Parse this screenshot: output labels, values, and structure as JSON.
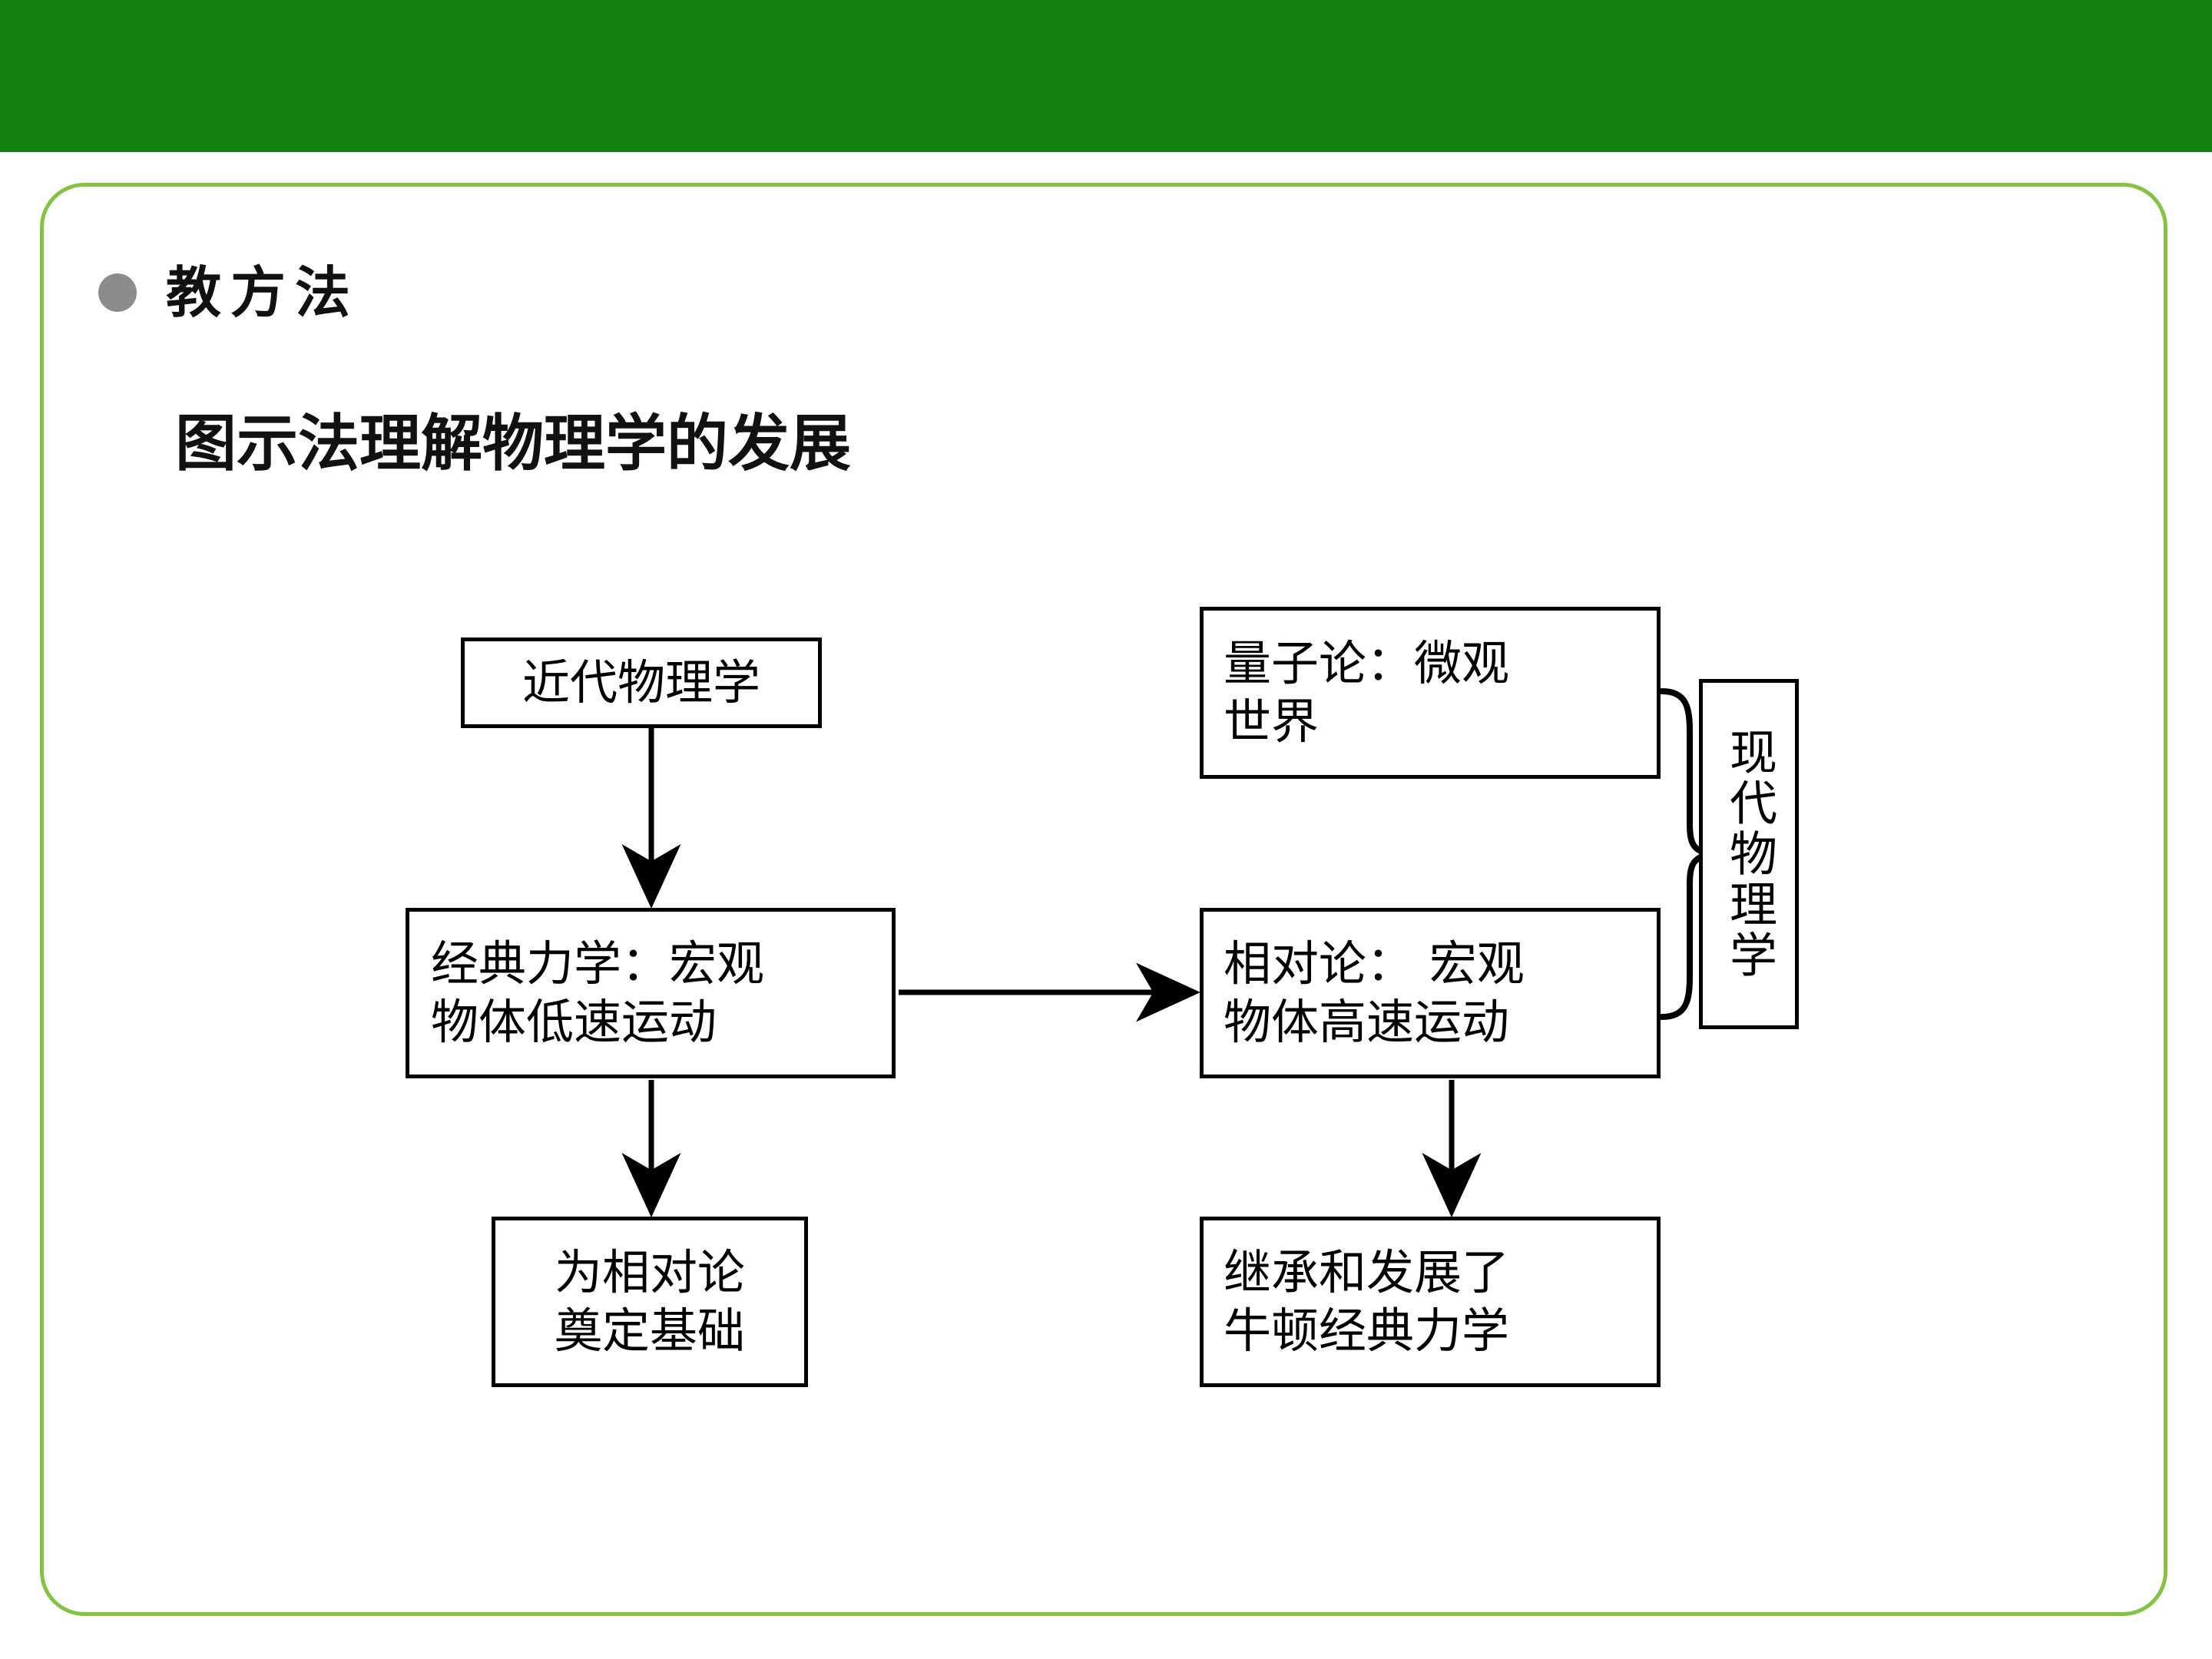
{
  "slide": {
    "header_band_color": "#128112",
    "frame_border_color": "#83c341",
    "background_color": "#ffffff",
    "bullet": {
      "marker": "bullet-dot",
      "marker_color": "#8c8c8c",
      "label": "教方法"
    },
    "subtitle": "图示法理解物理学的发展"
  },
  "diagram": {
    "type": "flowchart",
    "nodes": [
      {
        "id": "modern-physics",
        "lines": [
          "近代物理学"
        ]
      },
      {
        "id": "classical-mechanics",
        "lines": [
          "经典力学：宏观",
          "物体低速运动"
        ]
      },
      {
        "id": "relativity-basis",
        "lines": [
          "为相对论",
          "奠定基础"
        ]
      },
      {
        "id": "quantum-theory",
        "lines": [
          "量子论：微观",
          "世界"
        ]
      },
      {
        "id": "relativity",
        "lines": [
          "相对论： 宏观",
          "物体高速运动"
        ]
      },
      {
        "id": "inherit-newton",
        "lines": [
          "继承和发展了",
          "牛顿经典力学"
        ]
      },
      {
        "id": "contemporary-physics",
        "lines": [
          "现代物理学"
        ]
      }
    ],
    "edges": [
      {
        "from": "modern-physics",
        "to": "classical-mechanics",
        "style": "arrow-down"
      },
      {
        "from": "classical-mechanics",
        "to": "relativity",
        "style": "arrow-right"
      },
      {
        "from": "classical-mechanics",
        "to": "relativity-basis",
        "style": "arrow-down"
      },
      {
        "from": "relativity",
        "to": "inherit-newton",
        "style": "arrow-down"
      },
      {
        "from": [
          "quantum-theory",
          "relativity"
        ],
        "to": "contemporary-physics",
        "style": "curly-brace"
      }
    ]
  }
}
